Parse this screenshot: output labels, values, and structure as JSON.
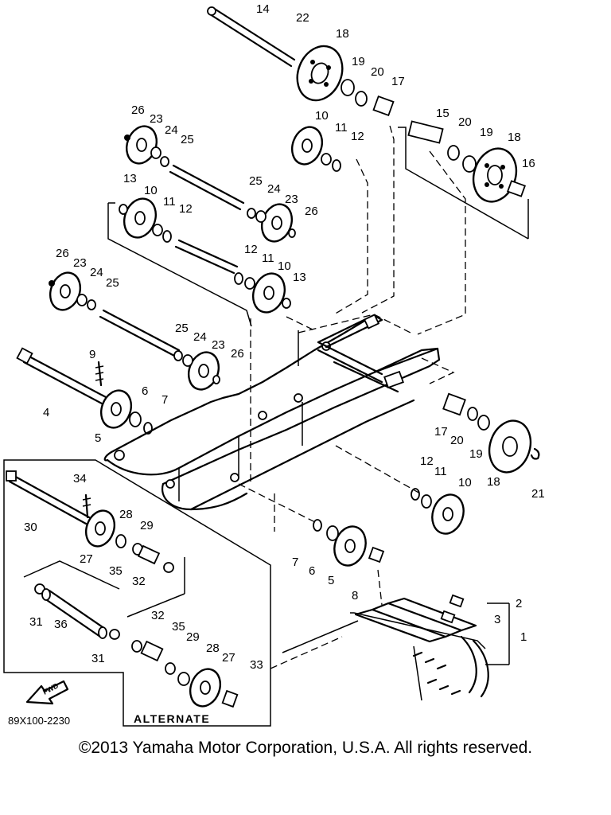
{
  "diagram": {
    "code": "89X100-2230",
    "alternate_label": "ALTERNATE",
    "fwd_label": "FWD",
    "callouts": [
      "1",
      "2",
      "3",
      "4",
      "5",
      "6",
      "7",
      "8",
      "9",
      "10",
      "11",
      "12",
      "13",
      "14",
      "15",
      "16",
      "17",
      "18",
      "19",
      "20",
      "21",
      "22",
      "23",
      "24",
      "25",
      "26",
      "27",
      "28",
      "29",
      "30",
      "31",
      "32",
      "33",
      "34",
      "35",
      "36"
    ]
  },
  "footer": {
    "copyright": "©2013 Yamaha Motor Corporation, U.S.A. All rights reserved."
  }
}
